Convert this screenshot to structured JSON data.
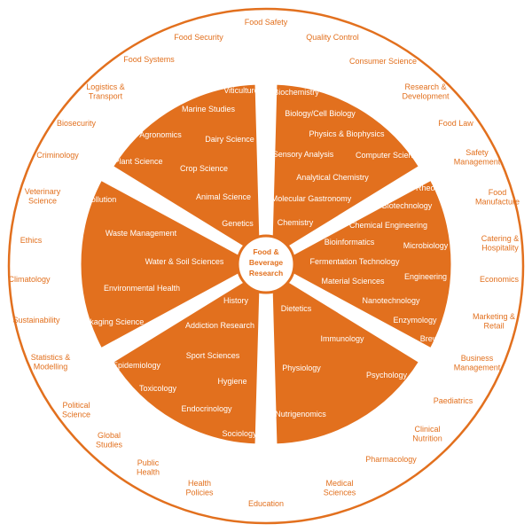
{
  "colors": {
    "accent": "#e2701e",
    "background": "#ffffff"
  },
  "center": {
    "line1": "Food &",
    "line2": "Beverage",
    "line3": "Research"
  },
  "sectors": [
    {
      "id": "food-science",
      "title": "FOOD SCIENCE",
      "items": [
        "Biochemistry",
        "Biology/Cell Biology",
        "Physics & Biophysics",
        "Sensory Analysis",
        "Computer Science",
        "Analytical Chemistry",
        "Molecular Gastronomy",
        "Chemistry"
      ]
    },
    {
      "id": "food-technology",
      "title": "FOOD TECHNOLOGY",
      "items": [
        "Rheology",
        "Biotechnology",
        "Chemical Engineering",
        "Bioinformatics",
        "Microbiology",
        "Fermentation Technology",
        "Engineering",
        "Material Sciences",
        "Nanotechnology",
        "Enzymology",
        "Brewing"
      ]
    },
    {
      "id": "nutrition",
      "title": "NUTRITION",
      "items": [
        "Dietetics",
        "Immunology",
        "Physiology",
        "Psychology",
        "Nutrigenomics"
      ]
    },
    {
      "id": "health",
      "title": "HEALTH",
      "items": [
        "History",
        "Addiction Research",
        "Sport Sciences",
        "Epidemiology",
        "Hygiene",
        "Toxicology",
        "Endocrinology",
        "Sociology"
      ]
    },
    {
      "id": "environment",
      "title": "ENVIRONMENT",
      "items": [
        "Pollution",
        "Waste Management",
        "Water & Soil Sciences",
        "Environmental Health",
        "Packaging Science"
      ]
    },
    {
      "id": "food-supply",
      "title": "FOOD SUPPLY",
      "items": [
        "Viticulture",
        "Marine Studies",
        "Agronomics",
        "Dairy Science",
        "Plant Science",
        "Crop Science",
        "Animal Science",
        "Genetics"
      ]
    }
  ],
  "outer_ring": [
    "Food Safety",
    "Quality Control",
    "Consumer Science",
    "Research & Development",
    "Food Law",
    "Safety Management",
    "Food Manufacture",
    "Catering & Hospitality",
    "Economics",
    "Marketing & Retail",
    "Business Management",
    "Paediatrics",
    "Clinical Nutrition",
    "Pharmacology",
    "Medical Sciences",
    "Education",
    "Health Policies",
    "Public Health",
    "Global Studies",
    "Political Science",
    "Statistics & Modelling",
    "Sustainability",
    "Climatology",
    "Ethics",
    "Veterinary Science",
    "Criminology",
    "Biosecurity",
    "Logistics & Transport",
    "Food Systems",
    "Food Security"
  ]
}
